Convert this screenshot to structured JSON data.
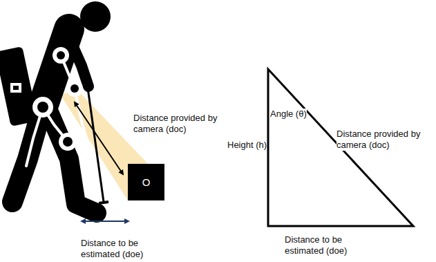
{
  "diagram": {
    "nodes": [
      {
        "text": [
          "O"
        ]
      }
    ],
    "labels": [
      "Distance provided by camera (doc)",
      "Distance to be estimated (doe)",
      "Height (h)",
      "Angle (θ)",
      "Distance provided by camera (doc)",
      "Distance to be estimated (doe)"
    ]
  }
}
